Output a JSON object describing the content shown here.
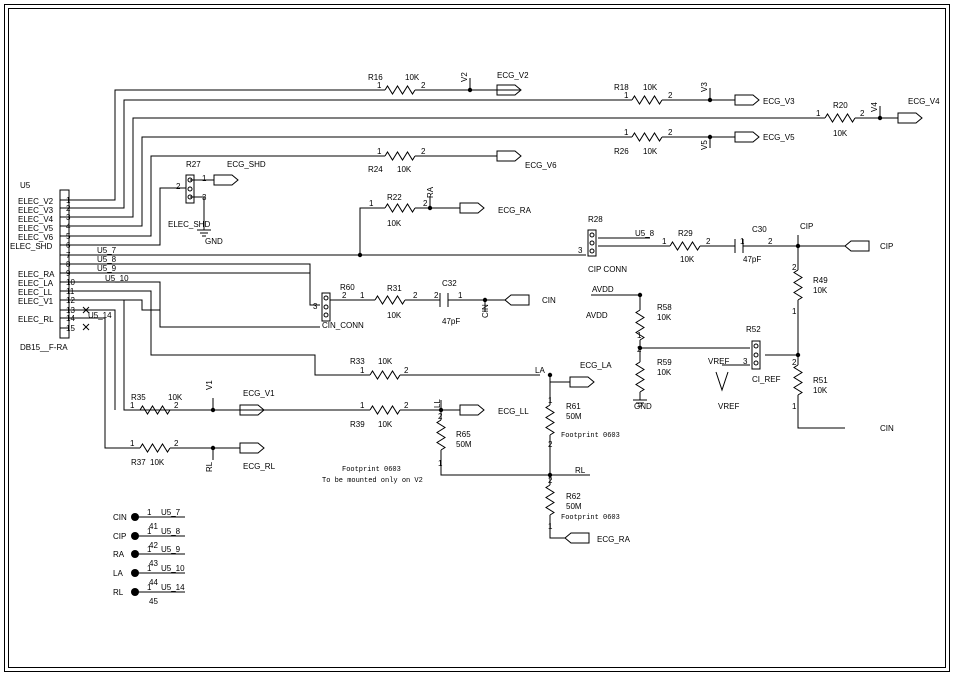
{
  "connector": {
    "ref": "U5",
    "part": "DB15__F-RA",
    "pins": [
      {
        "num": "1",
        "label": "ELEC_V2"
      },
      {
        "num": "2",
        "label": "ELEC_V3"
      },
      {
        "num": "3",
        "label": "ELEC_V4"
      },
      {
        "num": "4",
        "label": "ELEC_V5"
      },
      {
        "num": "5",
        "label": "ELEC_V6"
      },
      {
        "num": "6",
        "label": "ELEC_SHD"
      },
      {
        "num": "7",
        "label": ""
      },
      {
        "num": "8",
        "label": ""
      },
      {
        "num": "9",
        "label": ""
      },
      {
        "num": "10",
        "label": "ELEC_RA"
      },
      {
        "num": "11",
        "label": "ELEC_LA"
      },
      {
        "num": "12",
        "label": "ELEC_LL"
      },
      {
        "num": "13",
        "label": "ELEC_V1"
      },
      {
        "num": "14",
        "label": "ELEC_RL"
      },
      {
        "num": "15",
        "label": ""
      }
    ]
  },
  "nets": {
    "u5_7": "U5_7",
    "u5_8": "U5_8",
    "u5_9": "U5_9",
    "u5_10": "U5_10",
    "u5_14": "U5_14",
    "u5_8b": "U5_8",
    "ecg_v1": "ECG_V1",
    "ecg_v2": "ECG_V2",
    "ecg_v3": "ECG_V3",
    "ecg_v4": "ECG_V4",
    "ecg_v5": "ECG_V5",
    "ecg_v6": "ECG_V6",
    "ecg_ra": "ECG_RA",
    "ecg_ra2": "ECG_RA",
    "ecg_la": "ECG_LA",
    "ecg_ll": "ECG_LL",
    "ecg_rl": "ECG_RL",
    "ecg_shd": "ECG_SHD",
    "cin": "CIN",
    "cin2": "CIN",
    "cip": "CIP",
    "cip2": "CIP",
    "v1": "V1",
    "v2": "V2",
    "v3": "V3",
    "v4": "V4",
    "v5": "V5",
    "ra": "RA",
    "cin_v": "CIN",
    "la": "LA",
    "ll": "LL",
    "rl": "RL",
    "rl_v": "RL",
    "avdd": "AVDD",
    "avdd2": "AVDD",
    "gnd": "GND",
    "gnd2": "GND",
    "vref": "VREF",
    "vref2": "VREF"
  },
  "components": {
    "r16": {
      "ref": "R16",
      "val": "10K"
    },
    "r18": {
      "ref": "R18",
      "val": "10K"
    },
    "r20": {
      "ref": "R20",
      "val": "10K"
    },
    "r24": {
      "ref": "R24",
      "val": "10K"
    },
    "r26": {
      "ref": "R26",
      "val": "10K"
    },
    "r22": {
      "ref": "R22",
      "val": "10K"
    },
    "r29": {
      "ref": "R29",
      "val": "10K"
    },
    "r31": {
      "ref": "R31",
      "val": "10K"
    },
    "r33": {
      "ref": "R33",
      "val": "10K"
    },
    "r39": {
      "ref": "R39",
      "val": "10K"
    },
    "r35": {
      "ref": "R35",
      "val": "10K"
    },
    "r37": {
      "ref": "R37",
      "val": "10K"
    },
    "r49": {
      "ref": "R49",
      "val": "10K"
    },
    "r51": {
      "ref": "R51",
      "val": "10K"
    },
    "r58": {
      "ref": "R58",
      "val": "10K"
    },
    "r59": {
      "ref": "R59",
      "val": "10K"
    },
    "r61": {
      "ref": "R61",
      "val": "50M"
    },
    "r62": {
      "ref": "R62",
      "val": "50M"
    },
    "r65": {
      "ref": "R65",
      "val": "50M"
    },
    "c30": {
      "ref": "C30",
      "val": "47pF"
    },
    "c32": {
      "ref": "C32",
      "val": "47pF"
    },
    "r27": {
      "ref": "R27",
      "val": "ELEC_SHD"
    },
    "r28": {
      "ref": "R28",
      "val": "CIP CONN"
    },
    "r60": {
      "ref": "R60",
      "val": "CIN_CONN"
    },
    "r52": {
      "ref": "R52",
      "val": "CI_REF"
    }
  },
  "notes": {
    "fp1": "Footprint 0603",
    "fp2": "Footprint 0603",
    "fp3": "Footprint 0603",
    "mount": "To be mounted only on V2"
  },
  "testpoints": [
    {
      "label": "CIN",
      "pin": "1",
      "net": "U5_7",
      "num": "41"
    },
    {
      "label": "CIP",
      "pin": "1",
      "net": "U5_8",
      "num": "42"
    },
    {
      "label": "RA",
      "pin": "1",
      "net": "U5_9",
      "num": "43"
    },
    {
      "label": "LA",
      "pin": "1",
      "net": "U5_10",
      "num": "44"
    },
    {
      "label": "RL",
      "pin": "1",
      "net": "U5_14",
      "num": "45"
    }
  ]
}
